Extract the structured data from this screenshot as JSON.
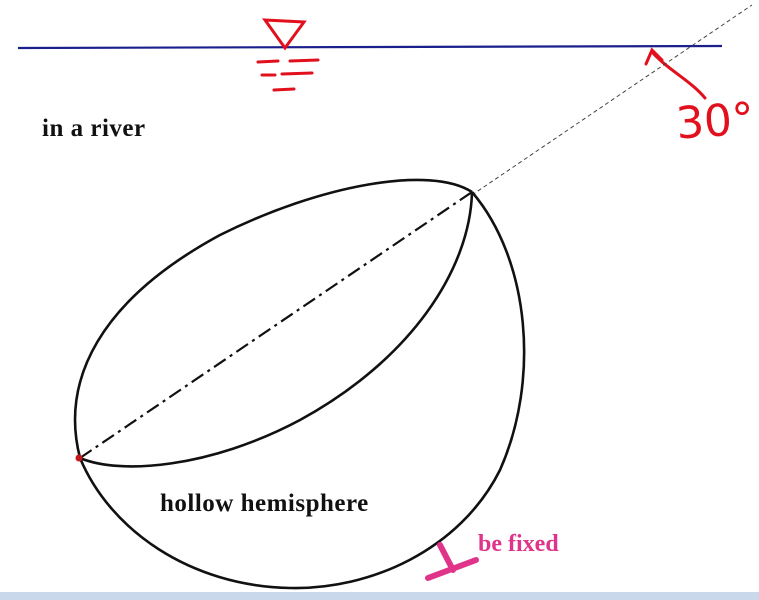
{
  "labels": {
    "location": "in  a  river",
    "object": "hollow  hemisphere",
    "support": "be  fixed",
    "angle": "30°"
  },
  "colors": {
    "water_line": "#1a1f8c",
    "water_symbol": "#e2101d",
    "support_mark": "#e0348a",
    "angle_annotation": "#e2101d",
    "outline": "#111111",
    "pivot_point": "#c0181c"
  },
  "icons": {
    "water_surface": "inverted-triangle-water-icon",
    "support": "fixed-support-icon"
  },
  "geometry_values": {
    "inclination_deg": 30
  }
}
